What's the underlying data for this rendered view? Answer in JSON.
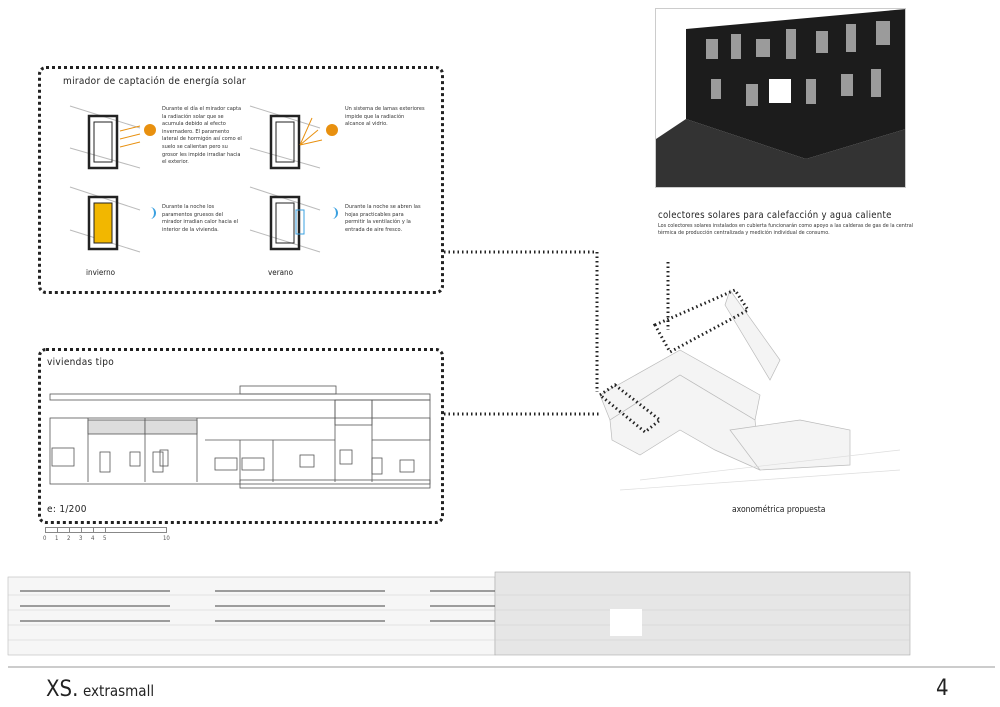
{
  "solar_panel": {
    "title": "mirador de captación de energía solar",
    "winter_day_text": "Durante el día el mirador capta la radiación solar que se acumula debido al efecto invernadero. El paramento lateral de hormigón así como el suelo se calientan pero su grosor les impide irradiar hacia el exterior.",
    "summer_day_text": "Un sistema de lamas exteriores impide que la radiación alcance al vidrio.",
    "winter_night_text": "Durante la noche los paramentos gruesos del mirador irradian calor hacia el interior de la vivienda.",
    "summer_night_text": "Durante la noche se abren las hojas practicables para permitir la ventilación y la entrada de aire fresco.",
    "winter_label": "invierno",
    "summer_label": "verano"
  },
  "collectors": {
    "title": "colectores solares para calefacción y agua caliente",
    "text": "Los colectores solares instalados en cubierta funcionarán como apoyo a las calderas de gas de la central térmica de producción centralizada y medición individual de consumo."
  },
  "plans_panel": {
    "title": "viviendas tipo",
    "scale": "e: 1/200",
    "scale_bar_labels": [
      "0",
      "1",
      "2",
      "3",
      "4",
      "5",
      "10"
    ]
  },
  "axonometric": {
    "label": "axonométrica propuesta"
  },
  "footer": {
    "brand": "XS.",
    "brand_sub": "extrasmall",
    "page_number": "4"
  },
  "colors": {
    "sun": "#e8900f",
    "moon": "#3aa0e0",
    "warm_wall": "#f2b700",
    "photo": "#1c1c1c"
  }
}
